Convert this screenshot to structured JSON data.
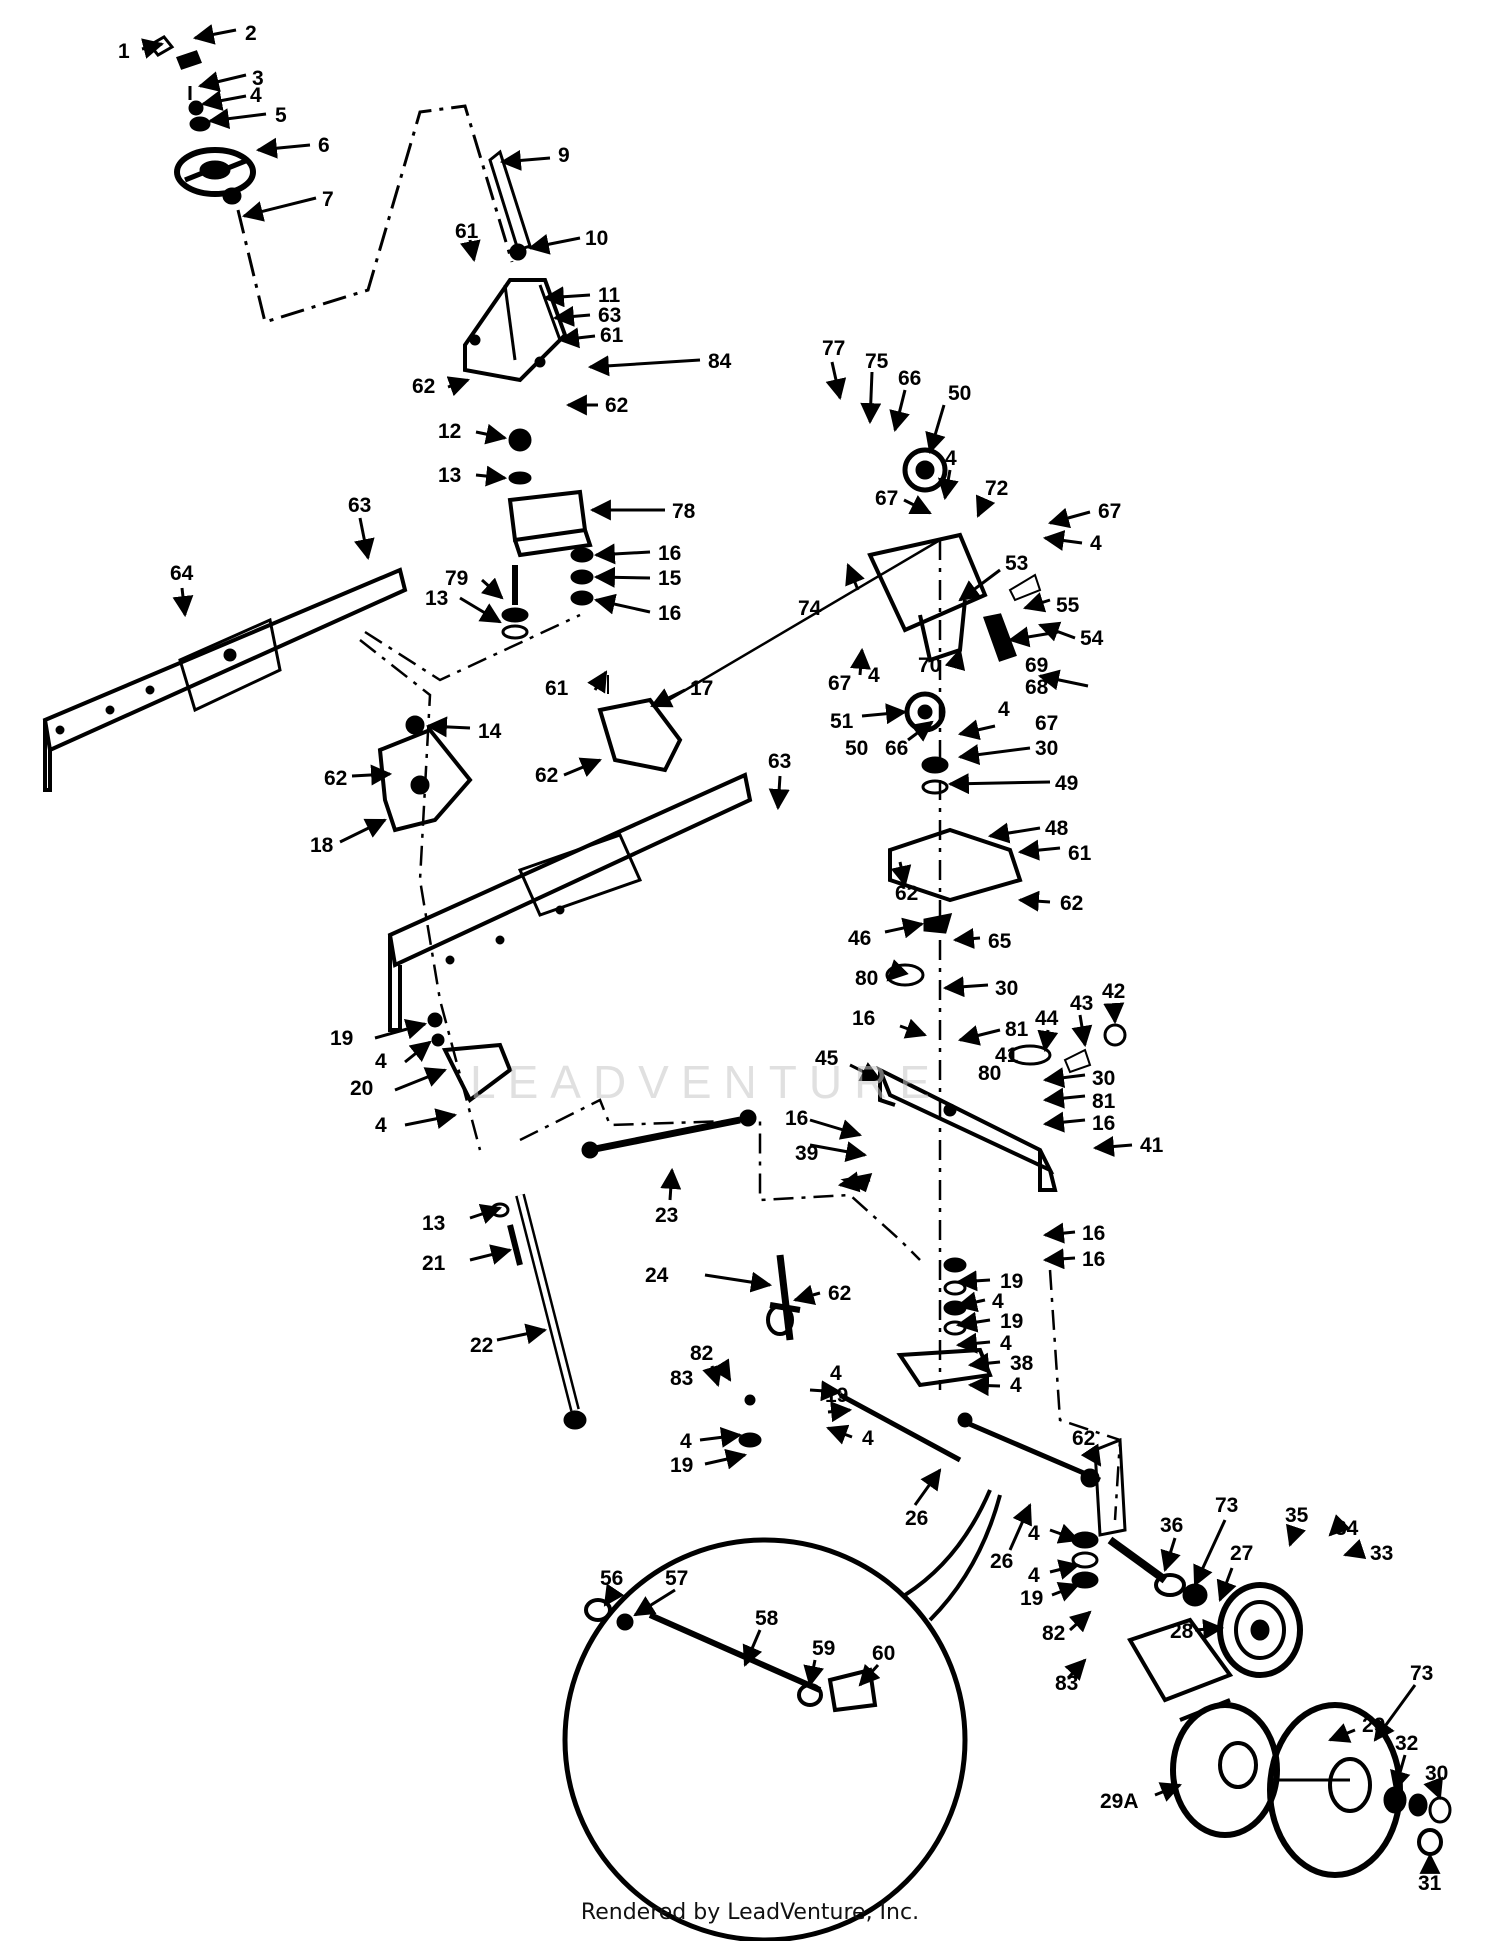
{
  "labels": [
    {
      "id": "p1",
      "text": "1"
    },
    {
      "id": "p2",
      "text": "2"
    },
    {
      "id": "p3",
      "text": "3"
    },
    {
      "id": "p4a",
      "text": "4"
    },
    {
      "id": "p5",
      "text": "5"
    },
    {
      "id": "p6",
      "text": "6"
    },
    {
      "id": "p7",
      "text": "7"
    },
    {
      "id": "p9",
      "text": "9"
    },
    {
      "id": "p10",
      "text": "10"
    },
    {
      "id": "p61a",
      "text": "61"
    },
    {
      "id": "p11",
      "text": "11"
    },
    {
      "id": "p63a",
      "text": "63"
    },
    {
      "id": "p61b",
      "text": "61"
    },
    {
      "id": "p84",
      "text": "84"
    },
    {
      "id": "p62a",
      "text": "62"
    },
    {
      "id": "p62b",
      "text": "62"
    },
    {
      "id": "p12",
      "text": "12"
    },
    {
      "id": "p13a",
      "text": "13"
    },
    {
      "id": "p78",
      "text": "78"
    },
    {
      "id": "p16a",
      "text": "16"
    },
    {
      "id": "p15",
      "text": "15"
    },
    {
      "id": "p16b",
      "text": "16"
    },
    {
      "id": "p79",
      "text": "79"
    },
    {
      "id": "p13b",
      "text": "13"
    },
    {
      "id": "p63b",
      "text": "63"
    },
    {
      "id": "p64",
      "text": "64"
    },
    {
      "id": "p14",
      "text": "14"
    },
    {
      "id": "p62c",
      "text": "62"
    },
    {
      "id": "p18",
      "text": "18"
    },
    {
      "id": "p61c",
      "text": "61"
    },
    {
      "id": "p17",
      "text": "17"
    },
    {
      "id": "p62d",
      "text": "62"
    },
    {
      "id": "p63c",
      "text": "63"
    },
    {
      "id": "p77",
      "text": "77"
    },
    {
      "id": "p75",
      "text": "75"
    },
    {
      "id": "p66a",
      "text": "66"
    },
    {
      "id": "p50a",
      "text": "50"
    },
    {
      "id": "p4b",
      "text": "4"
    },
    {
      "id": "p67a",
      "text": "67"
    },
    {
      "id": "p72",
      "text": "72"
    },
    {
      "id": "p67b",
      "text": "67"
    },
    {
      "id": "p4c",
      "text": "4"
    },
    {
      "id": "p74",
      "text": "74"
    },
    {
      "id": "p53",
      "text": "53"
    },
    {
      "id": "p55",
      "text": "55"
    },
    {
      "id": "p54",
      "text": "54"
    },
    {
      "id": "p67c",
      "text": "67"
    },
    {
      "id": "p4d",
      "text": "4"
    },
    {
      "id": "p70",
      "text": "70"
    },
    {
      "id": "p69",
      "text": "69"
    },
    {
      "id": "p68",
      "text": "68"
    },
    {
      "id": "p51",
      "text": "51"
    },
    {
      "id": "p50b",
      "text": "50"
    },
    {
      "id": "p66b",
      "text": "66"
    },
    {
      "id": "p4e",
      "text": "4"
    },
    {
      "id": "p67d",
      "text": "67"
    },
    {
      "id": "p30a",
      "text": "30"
    },
    {
      "id": "p49",
      "text": "49"
    },
    {
      "id": "p48",
      "text": "48"
    },
    {
      "id": "p61d",
      "text": "61"
    },
    {
      "id": "p62e",
      "text": "62"
    },
    {
      "id": "p62f",
      "text": "62"
    },
    {
      "id": "p46",
      "text": "46"
    },
    {
      "id": "p65",
      "text": "65"
    },
    {
      "id": "p80a",
      "text": "80"
    },
    {
      "id": "p30b",
      "text": "30"
    },
    {
      "id": "p16c",
      "text": "16"
    },
    {
      "id": "p81a",
      "text": "81"
    },
    {
      "id": "p41a",
      "text": "41"
    },
    {
      "id": "p42",
      "text": "42"
    },
    {
      "id": "p43",
      "text": "43"
    },
    {
      "id": "p44",
      "text": "44"
    },
    {
      "id": "p45",
      "text": "45"
    },
    {
      "id": "p80b",
      "text": "80"
    },
    {
      "id": "p30c",
      "text": "30"
    },
    {
      "id": "p81b",
      "text": "81"
    },
    {
      "id": "p16d",
      "text": "16"
    },
    {
      "id": "p41b",
      "text": "41"
    },
    {
      "id": "p19a",
      "text": "19"
    },
    {
      "id": "p4f",
      "text": "4"
    },
    {
      "id": "p20",
      "text": "20"
    },
    {
      "id": "p4g",
      "text": "4"
    },
    {
      "id": "p16e",
      "text": "16"
    },
    {
      "id": "p39",
      "text": "39"
    },
    {
      "id": "p23",
      "text": "23"
    },
    {
      "id": "p13c",
      "text": "13"
    },
    {
      "id": "p21",
      "text": "21"
    },
    {
      "id": "p22",
      "text": "22"
    },
    {
      "id": "p16f",
      "text": "16"
    },
    {
      "id": "p16g",
      "text": "16"
    },
    {
      "id": "p24",
      "text": "24"
    },
    {
      "id": "p62g",
      "text": "62"
    },
    {
      "id": "p19b",
      "text": "19"
    },
    {
      "id": "p4h",
      "text": "4"
    },
    {
      "id": "p19c",
      "text": "19"
    },
    {
      "id": "p4i",
      "text": "4"
    },
    {
      "id": "p82a",
      "text": "82"
    },
    {
      "id": "p83a",
      "text": "83"
    },
    {
      "id": "p4j",
      "text": "4"
    },
    {
      "id": "p38",
      "text": "38"
    },
    {
      "id": "p19d",
      "text": "19"
    },
    {
      "id": "p4k",
      "text": "4"
    },
    {
      "id": "p4l",
      "text": "4"
    },
    {
      "id": "p19e",
      "text": "19"
    },
    {
      "id": "p4m",
      "text": "4"
    },
    {
      "id": "p26a",
      "text": "26"
    },
    {
      "id": "p26b",
      "text": "26"
    },
    {
      "id": "p62h",
      "text": "62"
    },
    {
      "id": "p56",
      "text": "56"
    },
    {
      "id": "p57",
      "text": "57"
    },
    {
      "id": "p58",
      "text": "58"
    },
    {
      "id": "p59",
      "text": "59"
    },
    {
      "id": "p60",
      "text": "60"
    },
    {
      "id": "p36",
      "text": "36"
    },
    {
      "id": "p73a",
      "text": "73"
    },
    {
      "id": "p35",
      "text": "35"
    },
    {
      "id": "p34",
      "text": "34"
    },
    {
      "id": "p33",
      "text": "33"
    },
    {
      "id": "p27",
      "text": "27"
    },
    {
      "id": "p4n",
      "text": "4"
    },
    {
      "id": "p4o",
      "text": "4"
    },
    {
      "id": "p19f",
      "text": "19"
    },
    {
      "id": "p82b",
      "text": "82"
    },
    {
      "id": "p83b",
      "text": "83"
    },
    {
      "id": "p28",
      "text": "28"
    },
    {
      "id": "p73b",
      "text": "73"
    },
    {
      "id": "p29",
      "text": "29"
    },
    {
      "id": "p32",
      "text": "32"
    },
    {
      "id": "p30d",
      "text": "30"
    },
    {
      "id": "p29A",
      "text": "29A"
    },
    {
      "id": "p31",
      "text": "31"
    }
  ],
  "watermark": "LEADVENTURE",
  "footer": "Rendered by LeadVenture, Inc."
}
